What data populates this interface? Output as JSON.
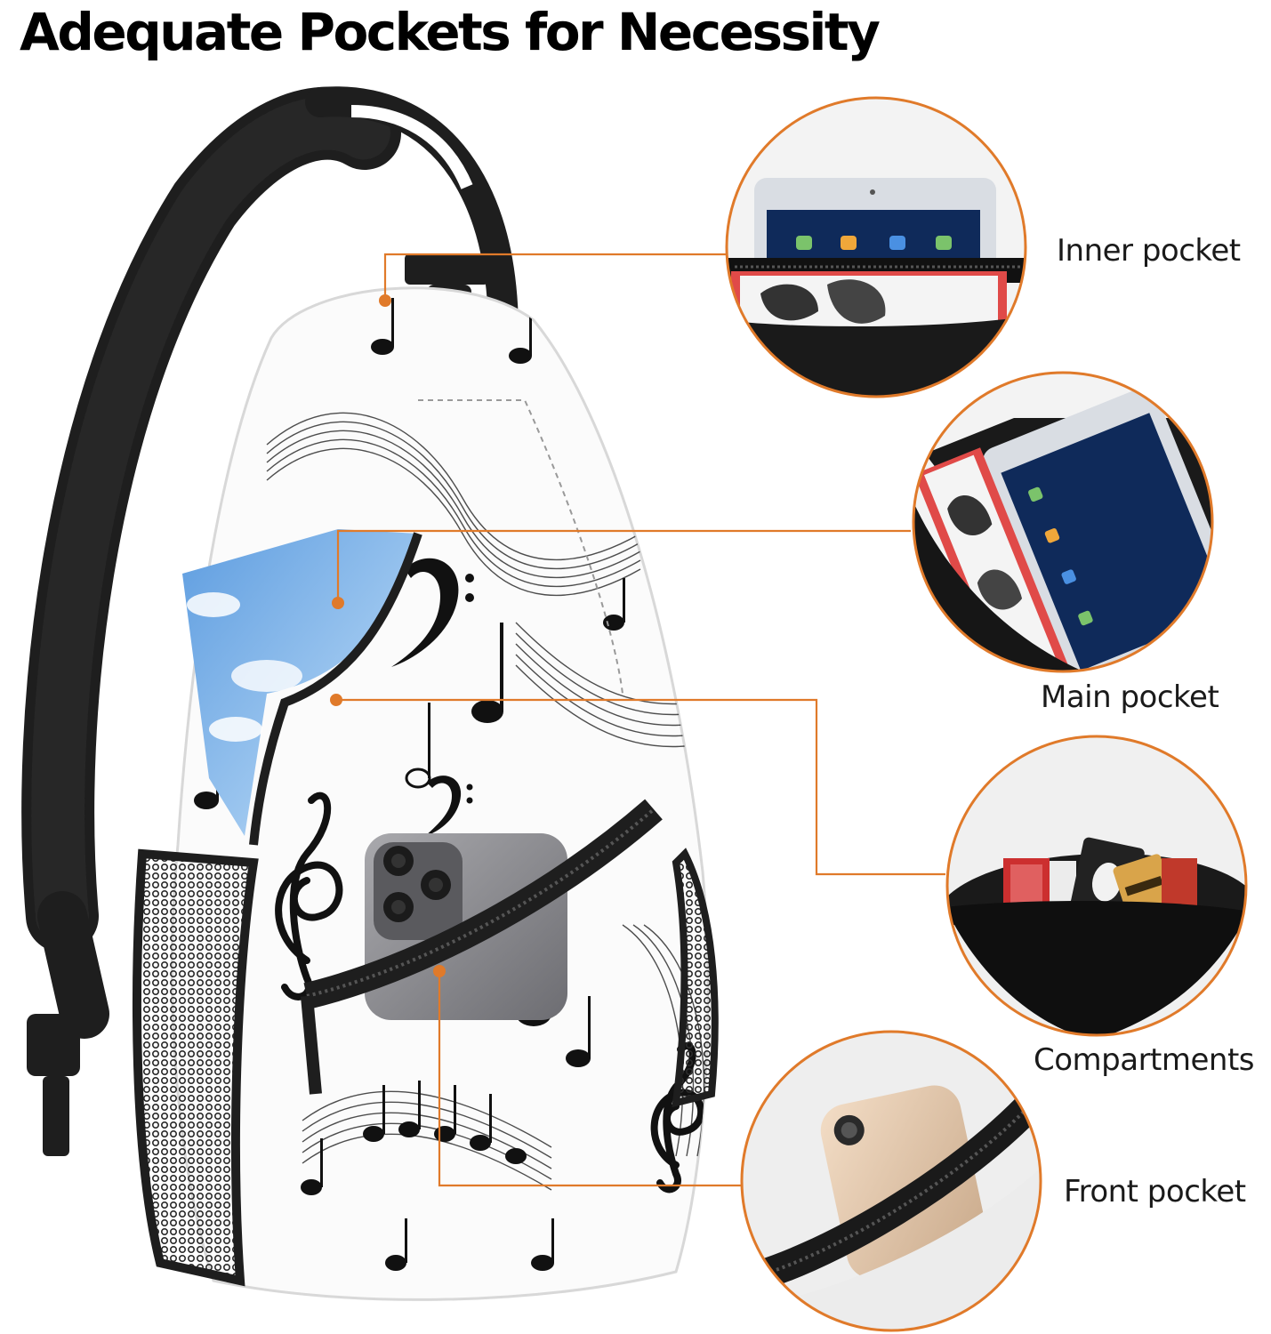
{
  "heading": "Adequate Pockets for Necessity",
  "labels": {
    "inner_pocket": "Inner pocket",
    "main_pocket": "Main pocket",
    "compartments": "Compartments",
    "front_pocket": "Front pocket"
  },
  "colors": {
    "accent": "#e07a2a",
    "strap": "#1e1e1e",
    "tablet_screen": "#0f2a5a",
    "book_red": "#e04a48",
    "sky_blue": "#6aa7e6"
  },
  "icons": [
    "music-note-icon",
    "treble-clef-icon",
    "bass-clef-icon"
  ]
}
